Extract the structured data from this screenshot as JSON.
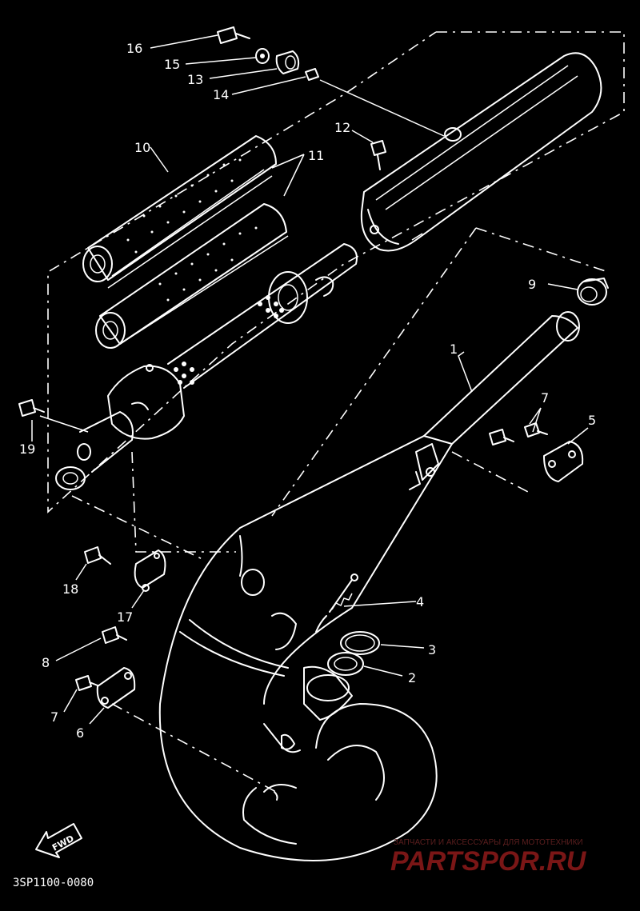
{
  "diagram_code": "3SP1100-0080",
  "fwd_label": "FWD",
  "watermark": {
    "tagline": "ЗАПЧАСТИ И АКСЕССУАРЫ ДЛЯ МОТОТЕХНИКИ",
    "site": "PARTSPOR.RU"
  },
  "callouts": [
    "1",
    "2",
    "3",
    "4",
    "5",
    "6",
    "7",
    "7",
    "8",
    "9",
    "10",
    "11",
    "12",
    "13",
    "14",
    "15",
    "16",
    "17",
    "18",
    "19"
  ],
  "colors": {
    "background": "#000000",
    "linework": "#ffffff",
    "watermark": "#7a1616"
  }
}
